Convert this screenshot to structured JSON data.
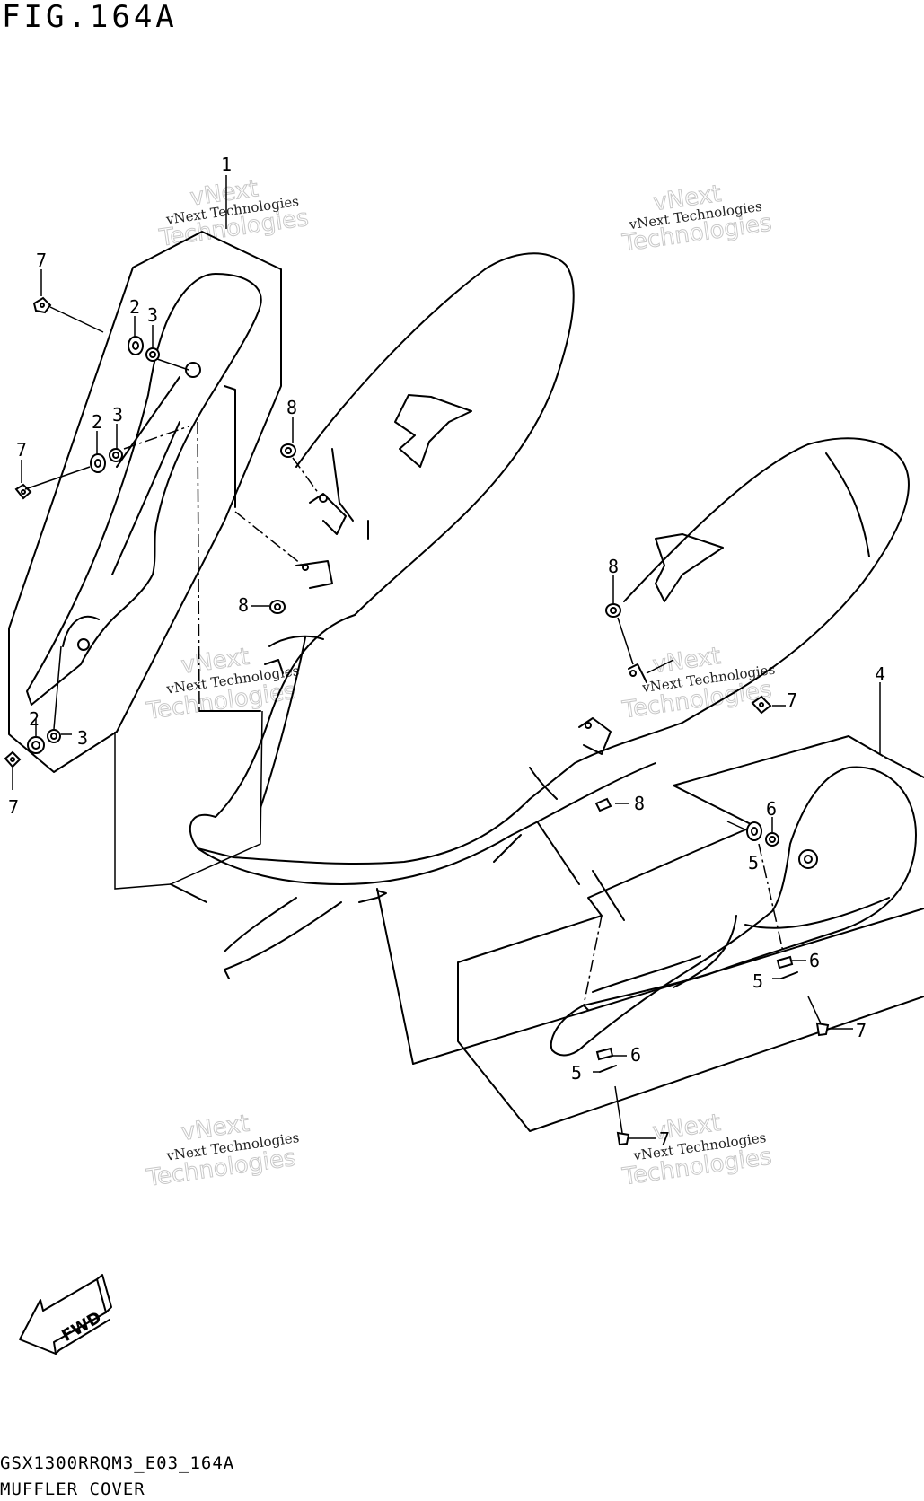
{
  "figure": {
    "title": "FIG.164A",
    "code": "GSX1300RRQM3_E03_164A",
    "name": "MUFFLER COVER"
  },
  "watermark": {
    "line1": "vNext Technologies",
    "line2": "vNext",
    "line3": "Technologies"
  },
  "fwd_label": "FWD",
  "callouts": {
    "c1": "1",
    "c2a": "2",
    "c3a": "3",
    "c2b": "2",
    "c3b": "3",
    "c2c": "2",
    "c3c": "3",
    "c4": "4",
    "c5a": "5",
    "c6a": "6",
    "c5b": "5",
    "c6b": "6",
    "c5c": "5",
    "c6c": "6",
    "c7a": "7",
    "c7b": "7",
    "c7c": "7",
    "c7d": "7",
    "c7e": "7",
    "c7f": "7",
    "c8a": "8",
    "c8b": "8",
    "c8c": "8",
    "c8d": "8"
  }
}
